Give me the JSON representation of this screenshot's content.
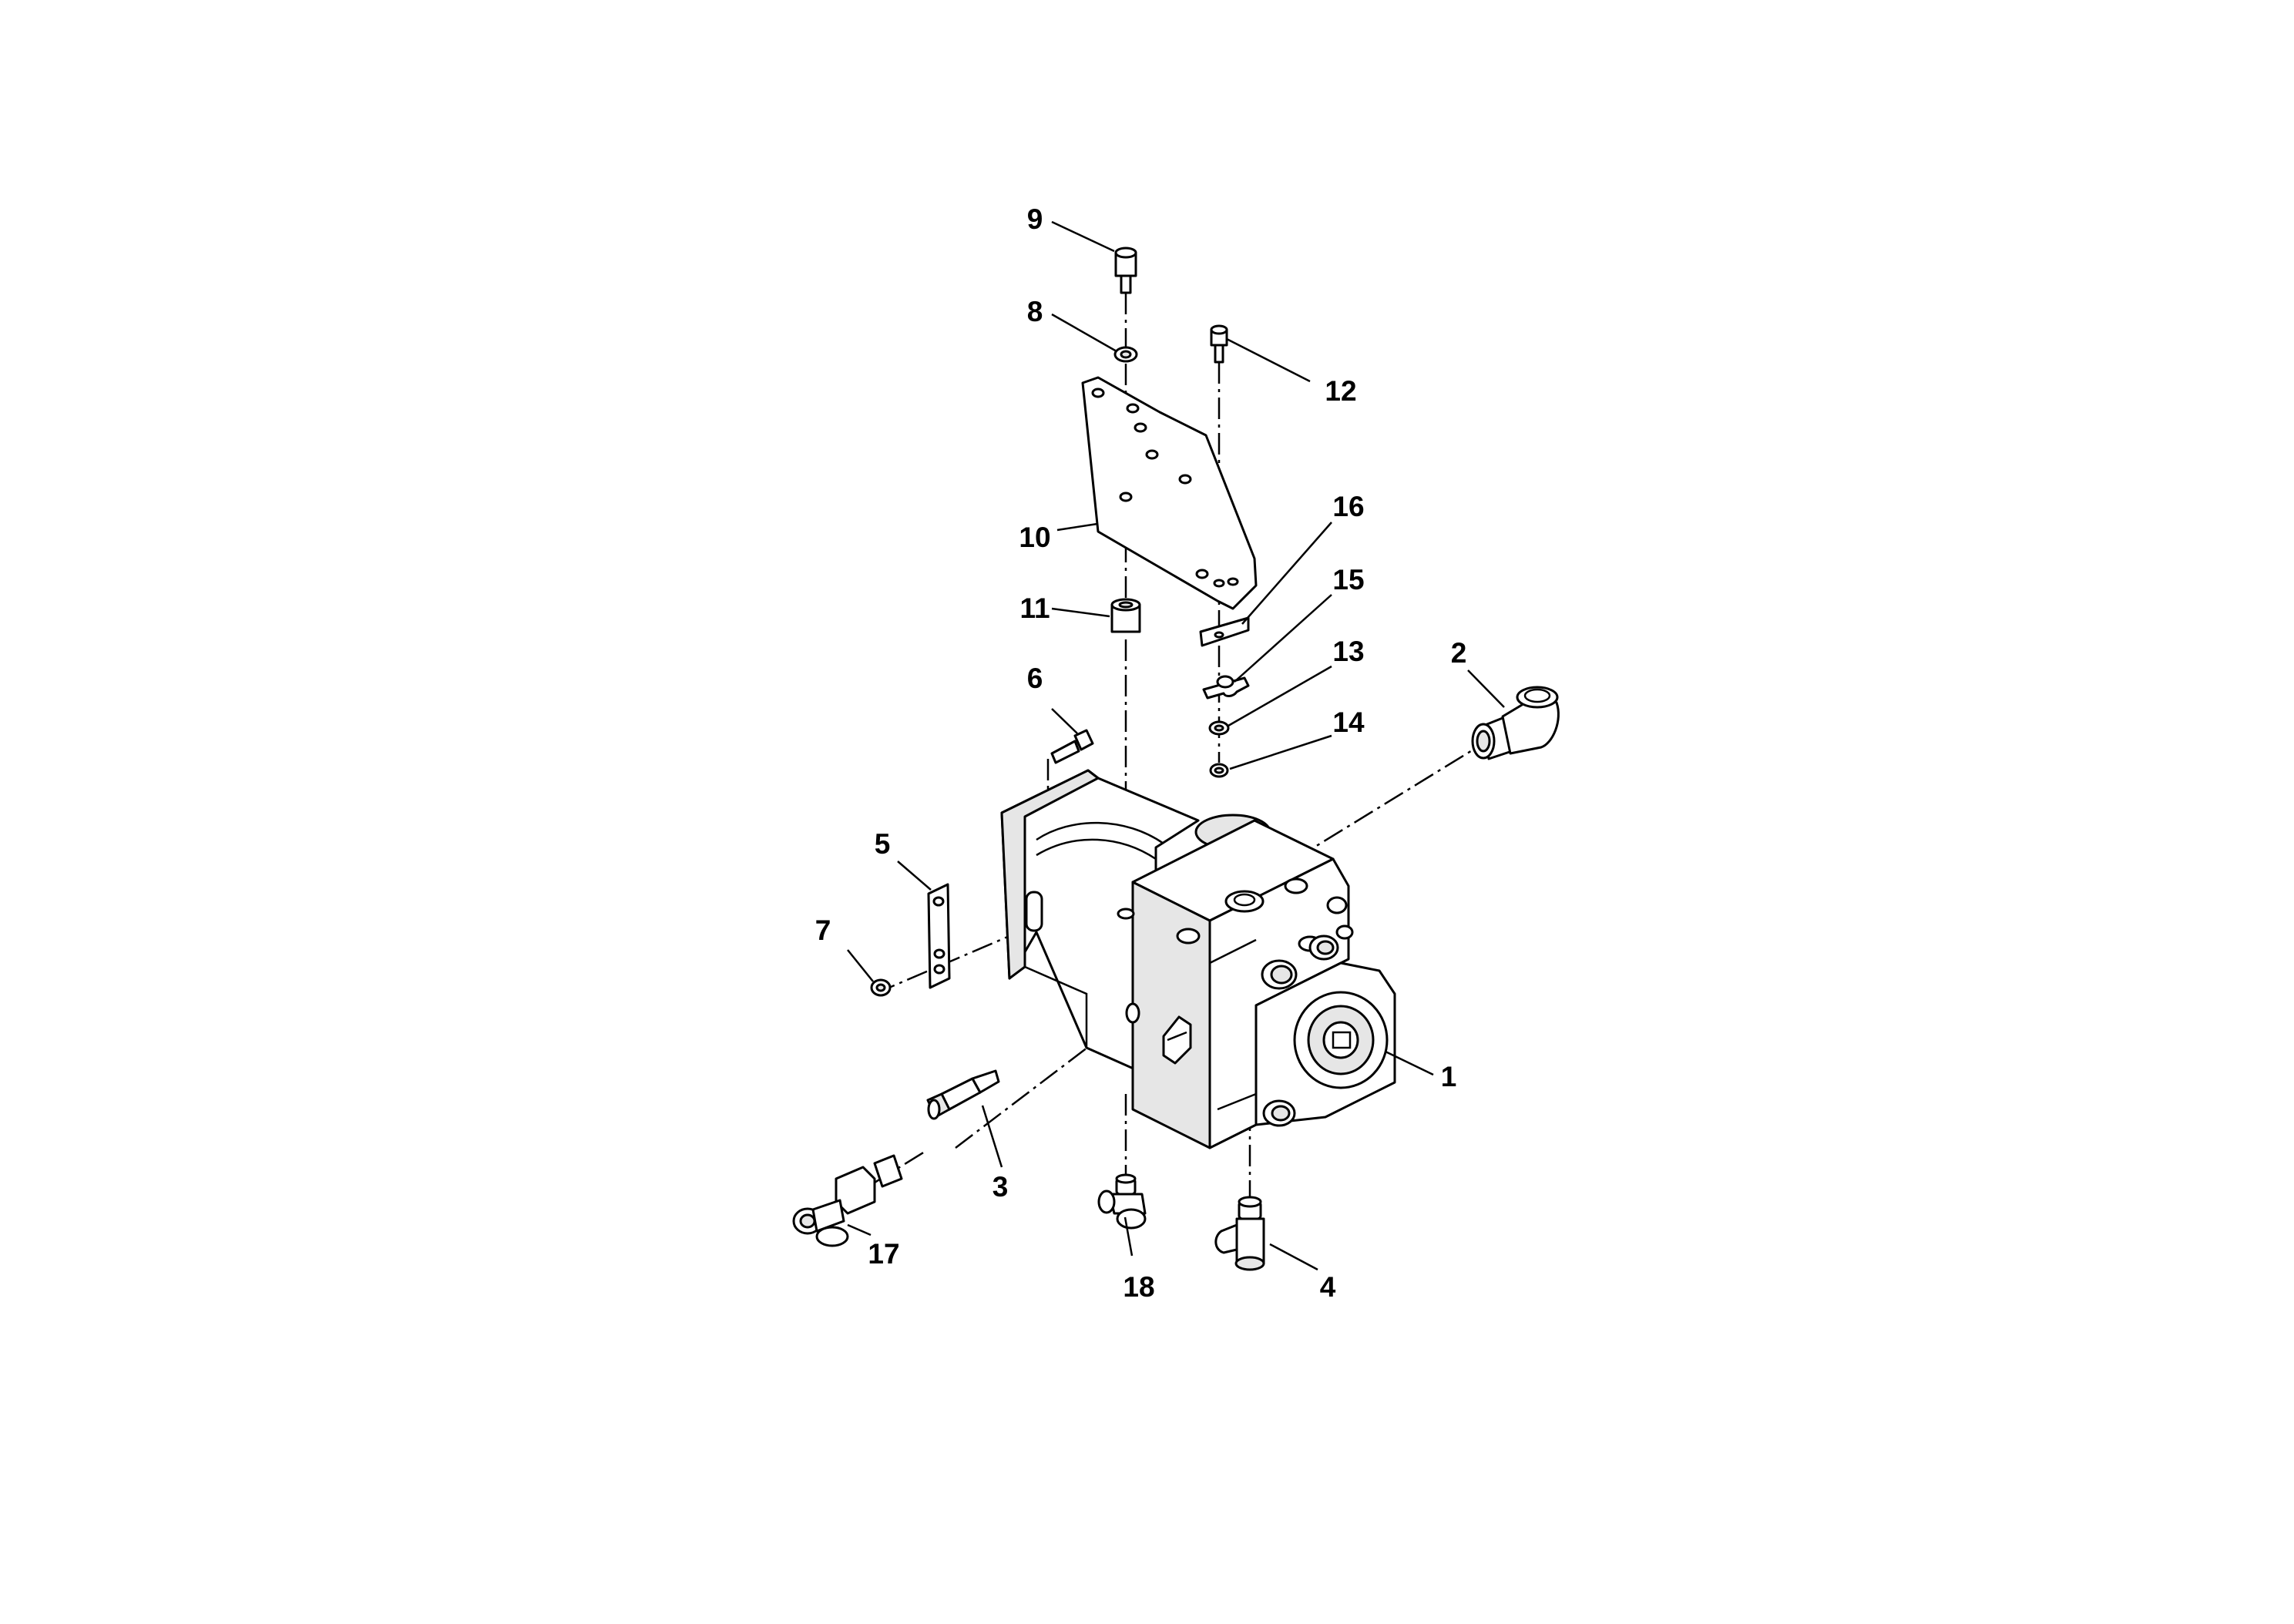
{
  "diagram": {
    "type": "exploded-parts-view",
    "callouts": [
      "1",
      "2",
      "3",
      "4",
      "5",
      "6",
      "7",
      "8",
      "9",
      "10",
      "11",
      "12",
      "13",
      "14",
      "15",
      "16",
      "17",
      "18"
    ]
  }
}
